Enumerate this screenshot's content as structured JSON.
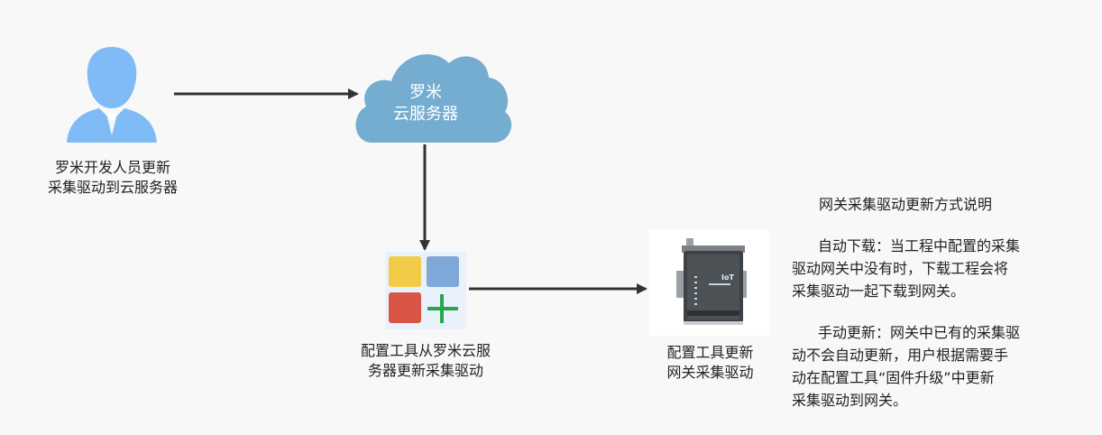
{
  "nodes": {
    "developer": {
      "label_line1": "罗米开发人员更新",
      "label_line2": "采集驱动到云服务器"
    },
    "cloud": {
      "line1": "罗米",
      "line2": "云服务器"
    },
    "config_tool": {
      "label_line1": "配置工具从罗米云服",
      "label_line2": "务器更新采集驱动"
    },
    "gateway": {
      "label_line1": "配置工具更新",
      "label_line2": "网关采集驱动",
      "device_text": "IoT"
    }
  },
  "description": {
    "title": "网关采集驱动更新方式说明",
    "auto_line1": "自动下载：当工程中配置的采集",
    "auto_line2": "驱动网关中没有时，下载工程会将",
    "auto_line3": "采集驱动一起下载到网关。",
    "manual_line1": "手动更新：网关中已有的采集驱",
    "manual_line2": "动不会自动更新，用户根据需要手",
    "manual_line3": "动在配置工具“固件升级”中更新",
    "manual_line4": "采集驱动到网关。"
  },
  "colors": {
    "person": "#7fbcf7",
    "cloud": "#74adcf",
    "arrow": "#333333",
    "tile_yellow": "#f2cc48",
    "tile_blue": "#7ea8d8",
    "tile_red": "#d85545",
    "plus_green": "#2aa64a"
  }
}
